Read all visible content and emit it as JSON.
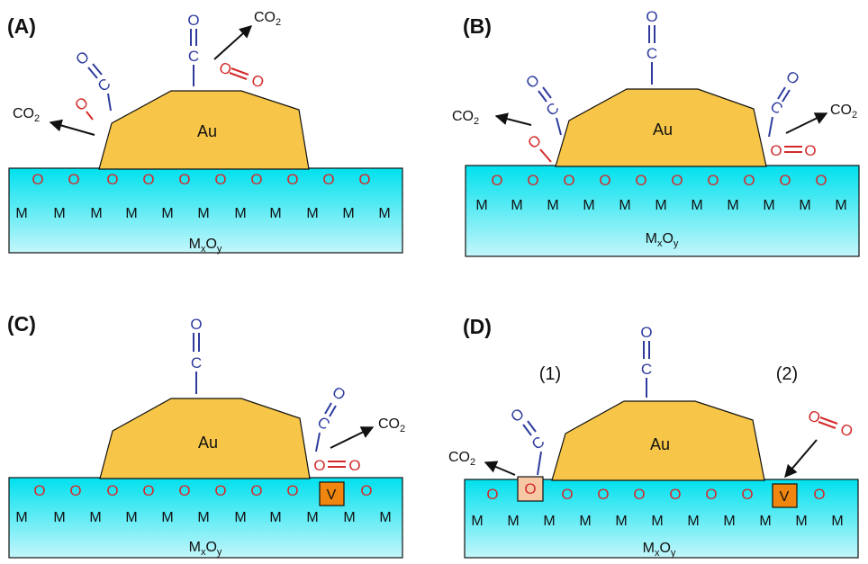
{
  "colors": {
    "support_top": "#00e1ee",
    "support_bottom": "#c4f6fb",
    "gold": "#f7c648",
    "gold_edge": "#111111",
    "oxygen": "#d42a2a",
    "carbon_monoxide": "#2f3c9e",
    "vacancy": "#f0860f",
    "vacancy_light": "#f7c8a4"
  },
  "common": {
    "particle_label": "Au",
    "support_label_base_1": "M",
    "support_label_sub_1": "x",
    "support_label_base_2": "O",
    "support_label_sub_2": "y",
    "metal_symbol": "M",
    "oxygen_symbol": "O",
    "carbon_symbol": "C",
    "vacancy_symbol": "V",
    "product_base": "CO",
    "product_sub": "2"
  },
  "panels": {
    "a": {
      "label": "(A)"
    },
    "b": {
      "label": "(B)"
    },
    "c": {
      "label": "(C)"
    },
    "d": {
      "label": "(D)",
      "site_1": "(1)",
      "site_2": "(2)"
    }
  }
}
